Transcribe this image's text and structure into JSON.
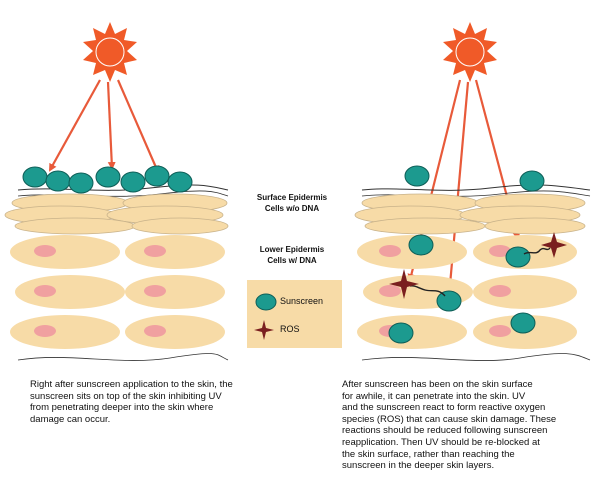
{
  "labels": {
    "surface_line1": "Surface Epidermis",
    "surface_line2": "Cells w/o DNA",
    "lower_line1": "Lower Epidermis",
    "lower_line2": "Cells w/ DNA"
  },
  "legend": {
    "sunscreen": "Sunscreen",
    "ros": "ROS"
  },
  "captions": {
    "left": [
      "Right after sunscreen application to the skin, the",
      "sunscreen sits on top of the skin inhibiting UV",
      "from penetrating deeper into the skin where",
      "damage can occur."
    ],
    "right": [
      "After sunscreen has been on the skin surface",
      "for awhile, it can penetrate into the skin.  UV",
      "and the sunscreen react to form reactive oxygen",
      "species (ROS) that can cause skin damage. These",
      "reactions should be reduced following sunscreen",
      "reapplication.  Then UV should be re-blocked at",
      "the skin surface, rather than reaching the",
      "sunscreen in the deeper skin layers."
    ]
  },
  "colors": {
    "sun": "#f05a28",
    "arrow": "#e85a3a",
    "cell_fill": "#f7dba7",
    "nucleus": "#f0a0a0",
    "sunscreen": "#1c9a8f",
    "ros": "#7a1f1f",
    "legend_bg": "#f7dba7"
  }
}
